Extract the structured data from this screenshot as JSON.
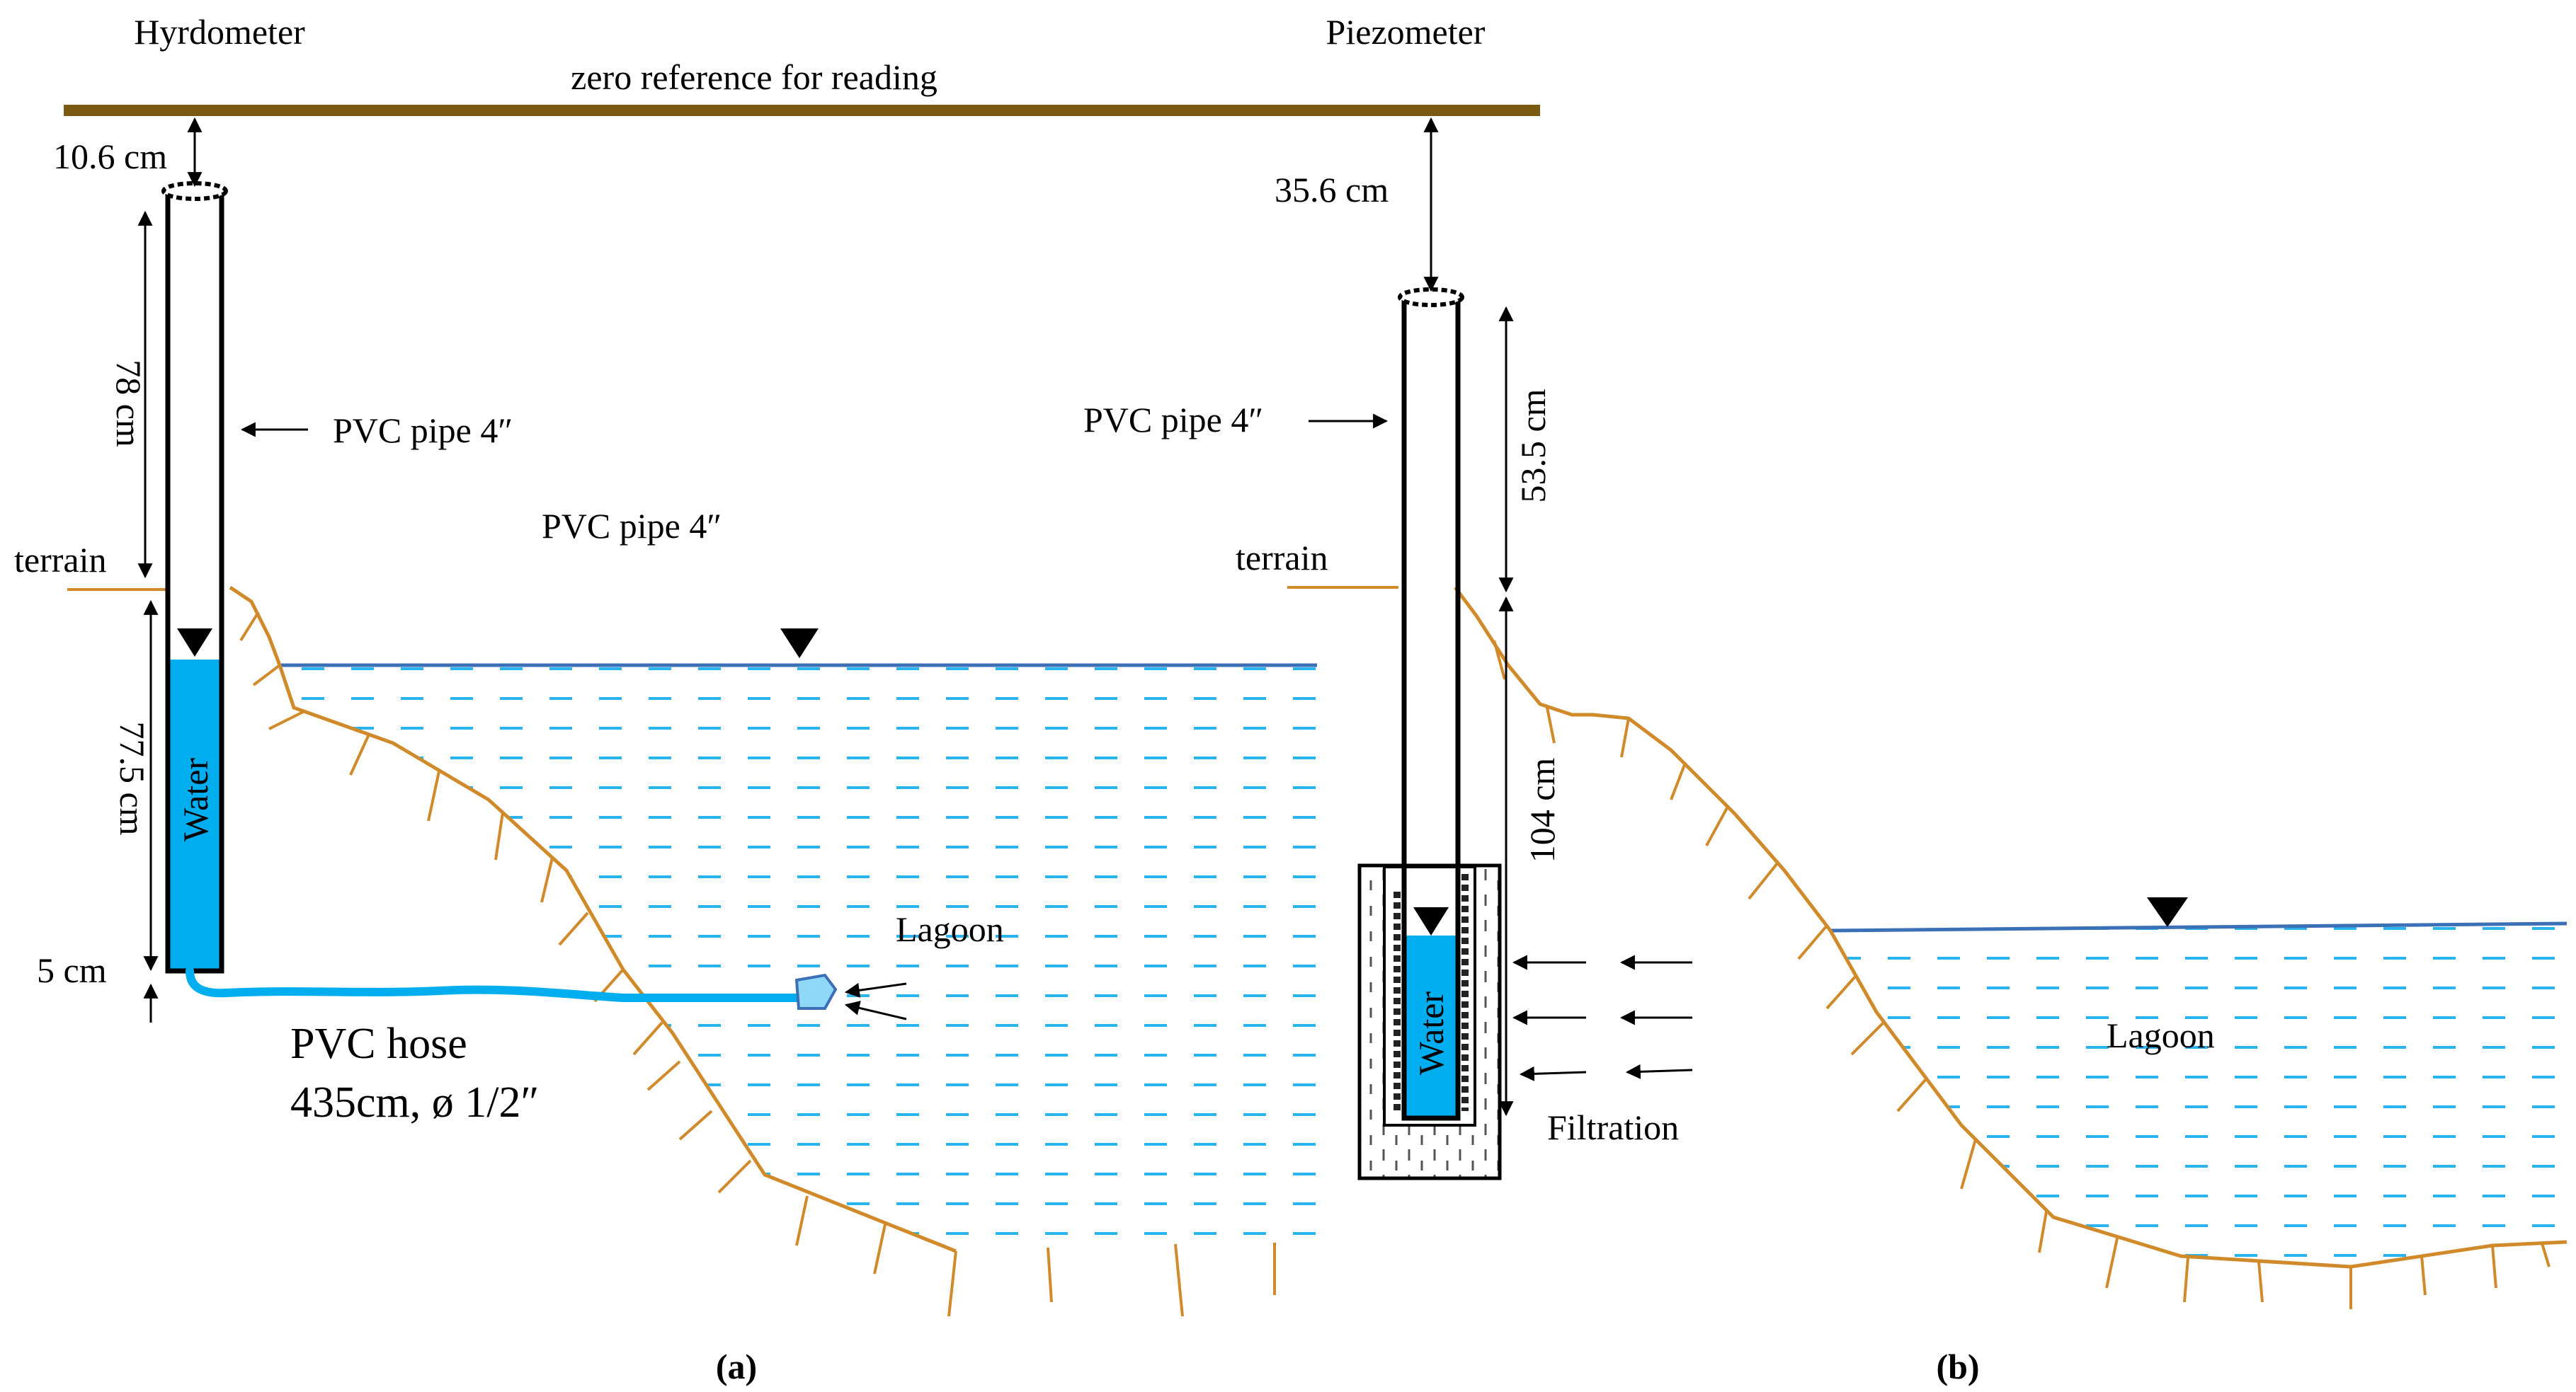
{
  "zero_reference_label": "zero reference for reading",
  "colors": {
    "ground_line": "#7a5a10",
    "soil": "#d08a2a",
    "water": "#00aeef",
    "water_dash": "#29b4ef",
    "water_surface": "#3b6fb6"
  },
  "panel_a": {
    "title": "Hyrdometer",
    "offset_label": "10.6 cm",
    "above_ground_label": "78 cm",
    "pipe_label": "PVC pipe 4″",
    "terrain_label": "terrain",
    "lagoon_pipe_label": "PVC pipe 4″",
    "water_depth_label": "77.5 cm",
    "water_label": "Water",
    "bottom_label": "5 cm",
    "hose_label_line1": "PVC hose",
    "hose_label_line2": "435cm, ø 1/2″",
    "lagoon_label": "Lagoon",
    "caption": "(a)"
  },
  "panel_b": {
    "title": "Piezometer",
    "offset_label": "35.6 cm",
    "above_ground_label": "53.5 cm",
    "pipe_label": "PVC pipe 4″",
    "terrain_label": "terrain",
    "below_ground_label": "104 cm",
    "water_label": "Water",
    "filtration_label": "Filtration",
    "lagoon_label": "Lagoon",
    "caption": "(b)"
  }
}
